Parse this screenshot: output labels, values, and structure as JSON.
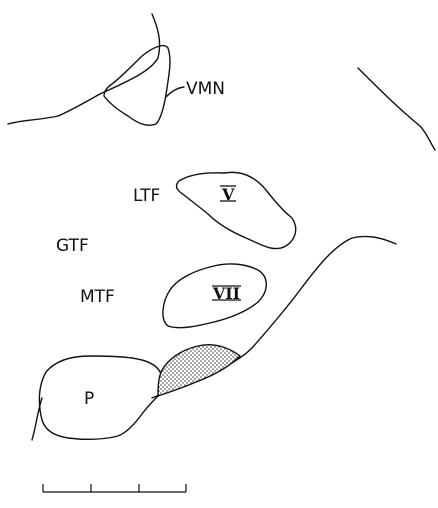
{
  "labels": {
    "vmn": "VMN",
    "ltf": "LTF",
    "gtf": "GTF",
    "mtf": "MTF",
    "p": "P",
    "nucleus_v": "V",
    "nucleus_vii": "VII"
  },
  "colors": {
    "stroke": "#111111",
    "background": "#ffffff"
  },
  "scale_bar": {
    "segments": 3
  }
}
